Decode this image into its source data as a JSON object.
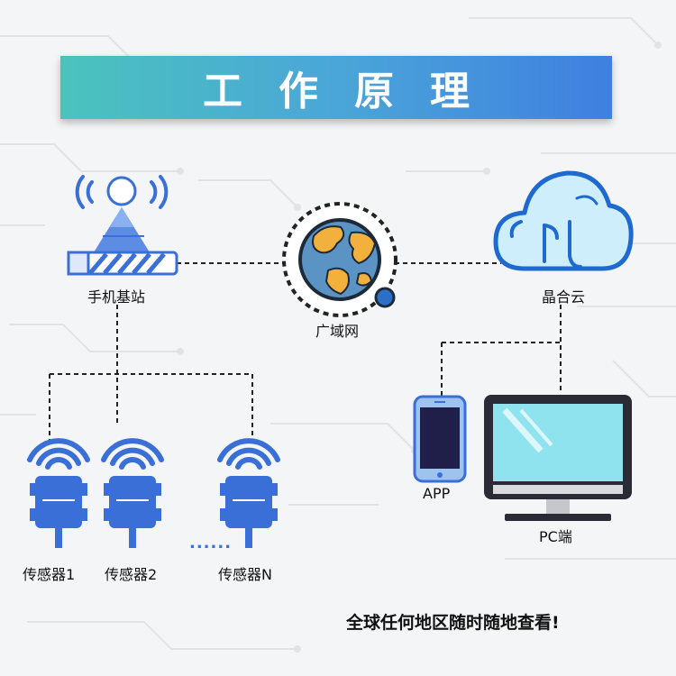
{
  "title": "工作原理",
  "nodes": {
    "base_station": "手机基站",
    "wan": "广域网",
    "cloud": "晶合云",
    "app": "APP",
    "pc": "PC端",
    "sensor_1": "传感器1",
    "sensor_2": "传感器2",
    "sensor_n": "传感器N"
  },
  "ellipsis": "......",
  "slogan": "全球任何地区随时随地查看!",
  "colors": {
    "banner_start": "#4bc3bd",
    "banner_end": "#3f7fe0",
    "device_blue": "#3b6fd8",
    "cloud_fill": "#cfeefb",
    "cloud_stroke": "#1e6ad0",
    "screen_bg": "#8fe3ef",
    "dark_frame": "#2b2b36"
  }
}
